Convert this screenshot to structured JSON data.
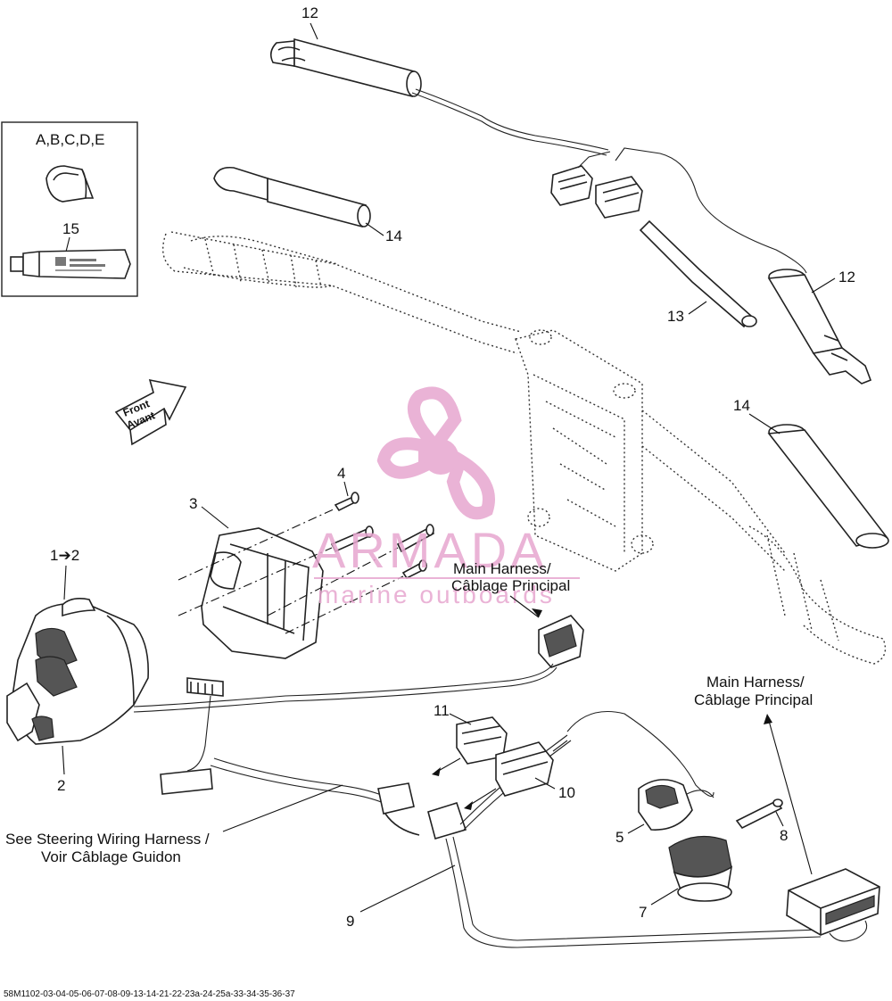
{
  "callouts": {
    "c12_top": "12",
    "c12_right": "12",
    "c13": "13",
    "c14_top": "14",
    "c14_right": "14",
    "c15": "15",
    "kit": "A,B,C,D,E",
    "c3": "3",
    "c4": "4",
    "c1to2": "1➔2",
    "c2": "2",
    "c5": "5",
    "c7": "7",
    "c8": "8",
    "c9": "9",
    "c10": "10",
    "c11": "11"
  },
  "notes": {
    "front_line1": "Front",
    "front_line2": "Avant",
    "main_harness_1_line1": "Main Harness/",
    "main_harness_1_line2": "Câblage Principal",
    "main_harness_2_line1": "Main Harness/",
    "main_harness_2_line2": "Câblage Principal",
    "steering_line1": "See Steering Wiring Harness /",
    "steering_line2": "Voir Câblage Guidon"
  },
  "watermark": {
    "brand": "ARMADA",
    "tagline": "marine outboards",
    "brand_color": "#e7a6cf"
  },
  "footer": {
    "reference": "58M1102-03-04-05-06-07-08-09-13-14-21-22-23a-24-25a-33-34-35-36-37"
  }
}
